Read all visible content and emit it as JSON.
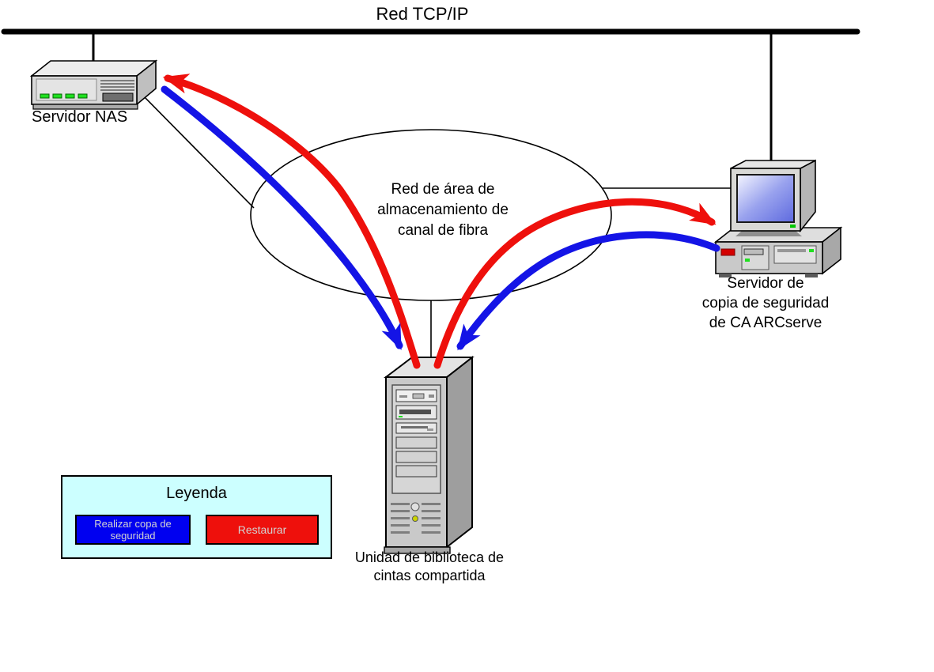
{
  "title": "Red TCP/IP",
  "colors": {
    "backup_blue": "#1414E6",
    "restore_red": "#EE100C",
    "legend_bg": "#CCFFFF",
    "network_line": "#000000"
  },
  "nodes": {
    "nas": {
      "label": "Servidor NAS"
    },
    "san": {
      "line1": "Red de área de",
      "line2": "almacenamiento de",
      "line3": "canal de fibra"
    },
    "backup_server": {
      "line1": "Servidor de",
      "line2": "copia de seguridad",
      "line3": "de CA ARCserve"
    },
    "tape_library": {
      "line1": "Unidad de biblioteca de",
      "line2": "cintas compartida"
    }
  },
  "flows": [
    {
      "from": "nas",
      "to": "tape_library",
      "type": "backup"
    },
    {
      "from": "backup_server",
      "to": "tape_library",
      "type": "backup"
    },
    {
      "from": "tape_library",
      "to": "nas",
      "type": "restore"
    },
    {
      "from": "tape_library",
      "to": "backup_server",
      "type": "restore"
    }
  ],
  "legend": {
    "title": "Leyenda",
    "items": [
      {
        "label": "Realizar copa de seguridad",
        "color": "#0000F0"
      },
      {
        "label": "Restaurar",
        "color": "#EE100C"
      }
    ]
  }
}
